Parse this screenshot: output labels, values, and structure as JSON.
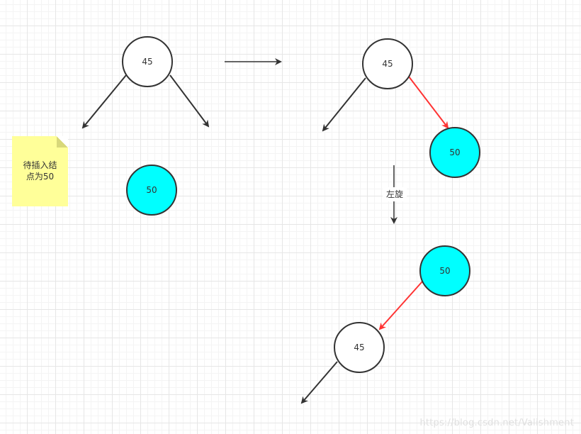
{
  "diagram": {
    "nodes": {
      "n1_45": "45",
      "n1_50": "50",
      "n2_45": "45",
      "n2_50": "50",
      "n3_50": "50",
      "n3_45": "45"
    },
    "note": {
      "line1": "待插入结",
      "line2": "点为50"
    },
    "rotate_label": "左旋",
    "colors": {
      "highlight_fill": "#00ffff",
      "node_fill": "#ffffff",
      "stroke": "#333333",
      "red_edge": "#ff3333",
      "note_fill": "#ffff99"
    }
  },
  "watermark": "https://blog.csdn.net/Valishment"
}
